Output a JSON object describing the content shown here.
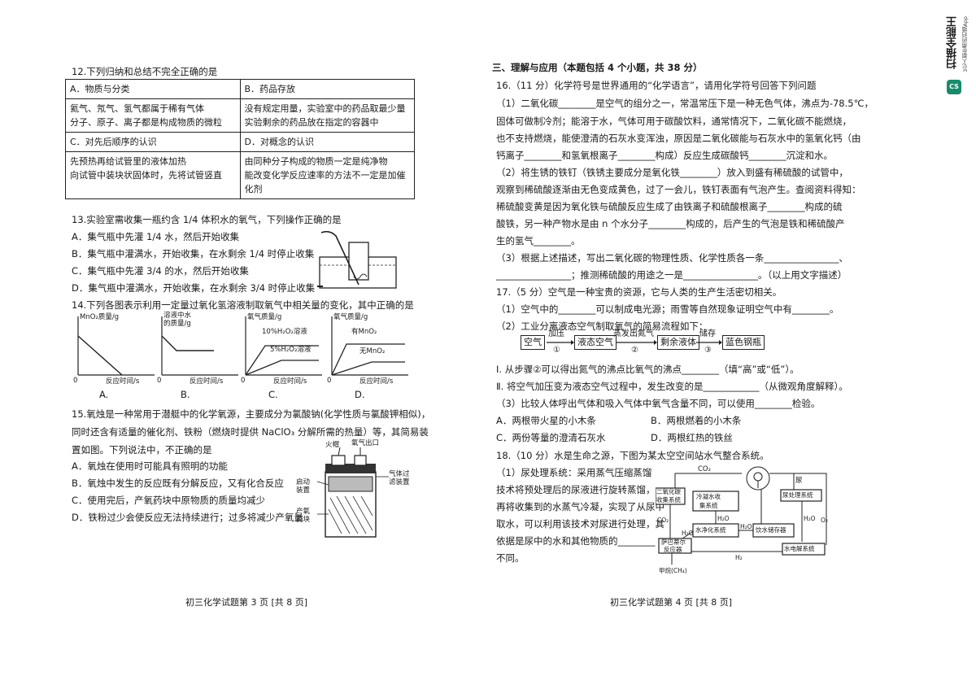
{
  "left": {
    "q12": {
      "stem": "12.下列归纳和总结不完全正确的是",
      "a_head": "A．物质与分类",
      "a_l1": "氦气、氖气、氢气都属于稀有气体",
      "a_l2": "分子、原子、离子都是构成物质的微粒",
      "b_head": "B．药品存放",
      "b_l1": "没有规定用量，实验室中的药品取最少量",
      "b_l2": "实验剩余的药品放在指定的容器中",
      "c_head": "C．对先后顺序的认识",
      "c_l1": "先预热再给试管里的液体加热",
      "c_l2": "向试管中装块状固体时，先将试管竖直",
      "d_head": "D．对概念的认识",
      "d_l1": "由同种分子构成的物质一定是纯净物",
      "d_l2": "能改变化学反应速率的方法不一定是加催化剂"
    },
    "q13": {
      "stem": "13.实验室需收集一瓶约含 1/4 体积水的氧气，下列操作正确的是",
      "a": "A．集气瓶中先灌 1/4 水，然后开始收集",
      "b": "B．集气瓶中灌满水，开始收集，在水剩余 1/4 时停止收集",
      "c": "C．集气瓶中先灌 3/4 的水，然后开始收集",
      "d": "D．集气瓶中灌满水，开始收集，在水剩余 3/4 时停止收集"
    },
    "q14": {
      "stem": "14.下列各图表示利用一定量过氧化氢溶液制取氧气中相关量的变化，其中正确的是",
      "ga_y": "MnO₂质量/g",
      "gb_y1": "溶液中水",
      "gb_y2": "的质量/g",
      "gc_y": "氧气质量/g",
      "gd_y": "氧气质量/g",
      "x_label": "反应时间/s",
      "origin": "0",
      "gc_l1": "10%H₂O₂溶液",
      "gc_l2": "5%H₂O₂溶液",
      "gd_l1": "有MnO₂",
      "gd_l2": "无MnO₂",
      "cap_a": "A.",
      "cap_b": "B.",
      "cap_c": "C.",
      "cap_d": "D."
    },
    "q15": {
      "l1": "15.氧烛是一种常用于潜艇中的化学氧源，主要成分为氯酸钠(化学性质与氯酸钾相似)，",
      "l2": "同时还含有适量的催化剂、铁粉（燃烧时提供 NaClO₃ 分解所需的热量）等，其简易装",
      "l3": "置如图。下列说法中，不正确的是",
      "a": "A．氧烛在使用时可能具有照明的功能",
      "b": "B．氧烛中发生的反应既有分解反应，又有化合反应",
      "c": "C．使用完后，产氧药块中原物质的质量均减少",
      "d": "D．铁粉过少会使反应无法持续进行；过多将减少产氧量",
      "lab_fire": "火帽",
      "lab_outlet": "氧气出口",
      "lab_start1": "启动",
      "lab_start2": "装置",
      "lab_block1": "产氧",
      "lab_block2": "药块",
      "lab_filter1": "气体过",
      "lab_filter2": "滤装置"
    },
    "footer": "初三化学试题第 3 页 [共 8 页]"
  },
  "right": {
    "section": "三、理解与应用（本题包括 4 个小题，共 38 分）",
    "q16": {
      "l1": "16.（11 分）化学符号是世界通用的“化学语言”，请用化学符号回答下列问题",
      "l2": "（1）二氧化碳________是空气的组分之一，常温常压下是一种无色气体，沸点为-78.5℃，",
      "l3": "固体可做制冷剂；能溶于水，气体可用于碳酸饮料，通常情况下，二氧化碳不能燃烧，",
      "l4": "也不支持燃烧，能使澄清的石灰水变浑浊，原因是二氧化碳能与石灰水中的氢氧化钙（由",
      "l5": "钙离子________和氢氧根离子________构成）反应生成碳酸钙________沉淀和水。",
      "l6": "（2）将生锈的铁钉（铁锈主要成分是氧化铁________）放入到盛有稀硫酸的试管中，",
      "l7": "观察到稀硫酸逐渐由无色变成黄色，过了一会儿，铁钉表面有气泡产生。查阅资料得知：",
      "l8": "稀硫酸变黄是因为氧化铁与硫酸反应生成了由铁离子和硫酸根离子________构成的硫",
      "l9": "酸铁，另一种产物水是由 n 个水分子________构成的，后产生的气泡是铁和稀硫酸产",
      "l10": "生的氢气________。",
      "l11": "（3）根据上述描述，写出二氧化碳的物理性质、化学性质各一条________________、",
      "l12": "________________；推测稀硫酸的用途之一是________________。（以上用文字描述）"
    },
    "q17": {
      "l1": "17.（5 分）空气是一种宝贵的资源，它与人类的生产生活密切相关。",
      "l2": "（1）空气中的________可以制成电光源；雨雪等自然现象证明空气中有________。",
      "l3": "（2）工业分离液态空气制取氧气的简易流程如下：",
      "f1": "空气",
      "a1": "加压",
      "n1": "①",
      "f2": "液态空气",
      "a2": "蒸发出氮气",
      "n2": "②",
      "f3": "剩余液体",
      "a3": "储存",
      "n3": "③",
      "f4": "蓝色钢瓶",
      "l4": "Ⅰ. 从步骤②可以得出氮气的沸点比氧气的沸点________（填“高”或“低”）。",
      "l5": "Ⅱ. 将空气加压变为液态空气过程中，发生改变的是____________（从微观角度解释）。",
      "l6": "（3）比较人体呼出气体和吸入气体中氧气含量不同，可以使用________检验。",
      "opt_a": "A．两根带火星的小木条",
      "opt_b": "B．两根燃着的小木条",
      "opt_c": "C．两份等量的澄清石灰水",
      "opt_d": "D．两根红热的铁丝"
    },
    "q18": {
      "l1": "18.（10 分）水是生命之源，下图为某太空空间站水气整合系统。",
      "l2": "（1）尿处理系统：采用蒸气压缩蒸馏",
      "l3": "技术将预处理后的尿液进行旋转蒸馏，",
      "l4": "再将收集到的水蒸气冷凝，实现了从尿中",
      "l5": "取水，可以利用该技术对尿进行处理，其",
      "l6": "依据是尿中的水和其他物质的________",
      "l7": "不同。",
      "d_co2": "CO₂",
      "d_urine": "尿",
      "d_collect1": "二氧化碳",
      "d_collect2": "收集系统",
      "d_cond1": "冷凝水收",
      "d_cond2": "集系统",
      "d_urine_sys": "尿处理系统",
      "d_h2o": "H₂O",
      "d_co2b": "CO₂",
      "d_o2": "O₂",
      "d_purify": "水净化系统",
      "d_store": "饮水储存器",
      "d_sab1": "萨巴蒂尔",
      "d_sab2": "反应器",
      "d_elec": "水电解系统",
      "d_h2": "H₂",
      "d_ch4": "甲烷(CH₄)"
    },
    "footer": "初三化学试题第 4 页 [共 8 页]"
  },
  "watermark": {
    "logo": "CS",
    "name": "扫描全能王",
    "sub": "3亿人都在用的扫描App"
  }
}
